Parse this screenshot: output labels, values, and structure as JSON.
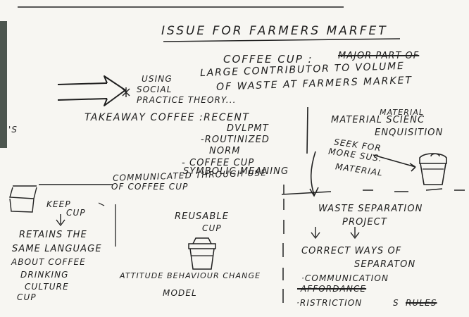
{
  "title": "ISSUE FOR FARMERS MARFET",
  "problem": {
    "line1": "COFFEE CUP :",
    "crossed_out": "MAJOR PART OF",
    "line2": "LARGE CONTRIBUTOR TO VOLUME",
    "line3": "OF WASTE AT FARMERS MARKET"
  },
  "approach": {
    "line1": "USING",
    "line2": "SOCIAL",
    "line3": "PRACTICE THEORY..."
  },
  "takeaway": {
    "heading": "TAKEAWAY COFFEE :RECENT",
    "heading2": "DVLPMT",
    "point1a": "-ROUTINIZED",
    "point1b": "NORM",
    "point2": "- COFFEE CUP",
    "point3a": "SYMBOLIC MEANING",
    "point3b": "COMMUNICATED THROUGH USE",
    "point3c": "OF COFFEE CUP"
  },
  "left_edge_mark": "'S",
  "material": {
    "crossed_out": "MATERIAL",
    "line1": "MATERIAL SCIENC",
    "line2": "ENQUISITION",
    "note1": "SEEK FOR",
    "note2": "MORE SUS.",
    "note3": "MATERIAL"
  },
  "keep_cup": {
    "label1": "KEEP",
    "label2": "CUP",
    "note1": "RETAINS THE",
    "note2": "SAME LANGUAGE",
    "note3": "ABOUT COFFEE",
    "note4": "DRINKING",
    "note5": "CULTURE",
    "note6": "CUP"
  },
  "reusable": {
    "label1": "REUSABLE",
    "label2": "CUP",
    "model1": "ATTITUDE BEHAVIOUR CHANGE",
    "model2": "MODEL"
  },
  "waste": {
    "heading1": "WASTE SEPARATION",
    "heading2": "PROJECT",
    "sub1": "CORRECT WAYS OF",
    "sub2": "SEPARATON",
    "bullet1": "·COMMUNICATION",
    "bullet2": "·AFFORDANCE",
    "bullet3": "·RISTRICTION",
    "bullet3_suffix": "S",
    "bullet3_crossed": "RULES"
  },
  "colors": {
    "paper": "#f7f6f2",
    "ink": "#1f1f1f",
    "edge_dark": "#2f3a33"
  }
}
